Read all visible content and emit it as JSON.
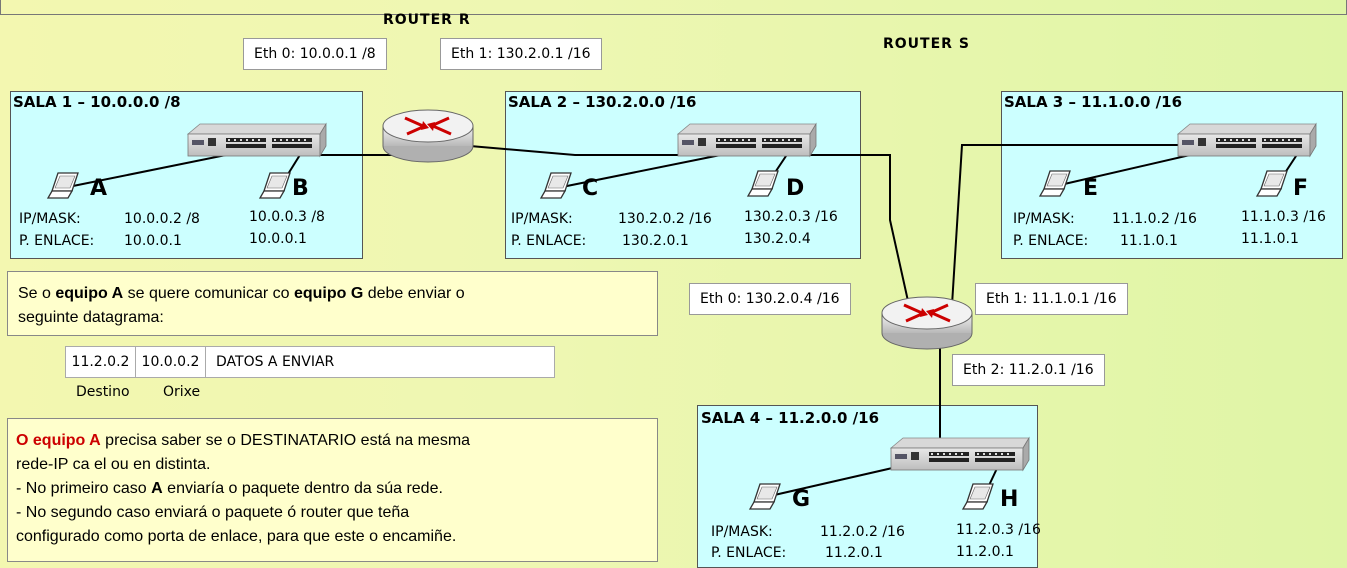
{
  "routers": {
    "r": {
      "title": "ROUTER R",
      "eth0": "Eth 0: 10.0.0.1 /8",
      "eth1": "Eth 1: 130.2.0.1 /16"
    },
    "s": {
      "title": "ROUTER S",
      "eth0": "Eth 0: 130.2.0.4 /16",
      "eth1": "Eth 1: 11.1.0.1 /16",
      "eth2": "Eth 2: 11.2.0.1 /16"
    }
  },
  "rooms": {
    "sala1": {
      "title": "SALA 1 – 10.0.0.0 /8",
      "left_label": "IP/MASK:",
      "left_ip": "10.0.0.2 /8",
      "left_gw_label": "P. ENLACE:",
      "left_gw": "10.0.0.1",
      "right_ip": "10.0.0.3 /8",
      "right_gw": "10.0.0.1",
      "host_left": "A",
      "host_right": "B"
    },
    "sala2": {
      "title": "SALA 2 – 130.2.0.0 /16",
      "left_label": "IP/MASK:",
      "left_ip": "130.2.0.2 /16",
      "left_gw_label": "P. ENLACE:",
      "left_gw": "130.2.0.1",
      "right_ip": "130.2.0.3 /16",
      "right_gw": "130.2.0.4",
      "host_left": "C",
      "host_right": "D"
    },
    "sala3": {
      "title": "SALA 3 – 11.1.0.0 /16",
      "left_label": "IP/MASK:",
      "left_ip": "11.1.0.2 /16",
      "left_gw_label": "P. ENLACE:",
      "left_gw": "11.1.0.1",
      "right_ip": "11.1.0.3 /16",
      "right_gw": "11.1.0.1",
      "host_left": "E",
      "host_right": "F"
    },
    "sala4": {
      "title": "SALA 4 – 11.2.0.0 /16",
      "left_label": "IP/MASK:",
      "left_ip": "11.2.0.2 /16",
      "left_gw_label": "P. ENLACE:",
      "left_gw": "11.2.0.1",
      "right_ip": "11.2.0.3 /16",
      "right_gw": "11.2.0.1",
      "host_left": "G",
      "host_right": "H"
    }
  },
  "note1": {
    "t1": "Se o ",
    "b1": "equipo A",
    "t2": " se quere comunicar co ",
    "b2": "equipo G",
    "t3": " debe enviar o",
    "line2": "seguinte datagrama:"
  },
  "datagram": {
    "dest": "11.2.0.2",
    "orig": "10.0.0.2",
    "data": "DATOS A ENVIAR",
    "dest_label": "Destino",
    "orig_label": "Orixe"
  },
  "note2": {
    "red1": "O equipo A",
    "t1": " precisa saber se o DESTINATARIO está na mesma",
    "line2": "rede-IP ca el ou en distinta.",
    "l3a": "- No primeiro caso ",
    "l3b": "A",
    "l3c": " enviaría o paquete dentro da súa rede.",
    "line4": "- No segundo caso enviará o paquete ó router que teña",
    "line5": "configurado como porta de enlace, para que este o encamiñe."
  },
  "colors": {
    "room_bg": "#ccffff",
    "note_bg": "#ffffcc",
    "red": "#cc0000"
  },
  "icons": [
    "router-icon",
    "switch-icon",
    "laptop-icon"
  ]
}
